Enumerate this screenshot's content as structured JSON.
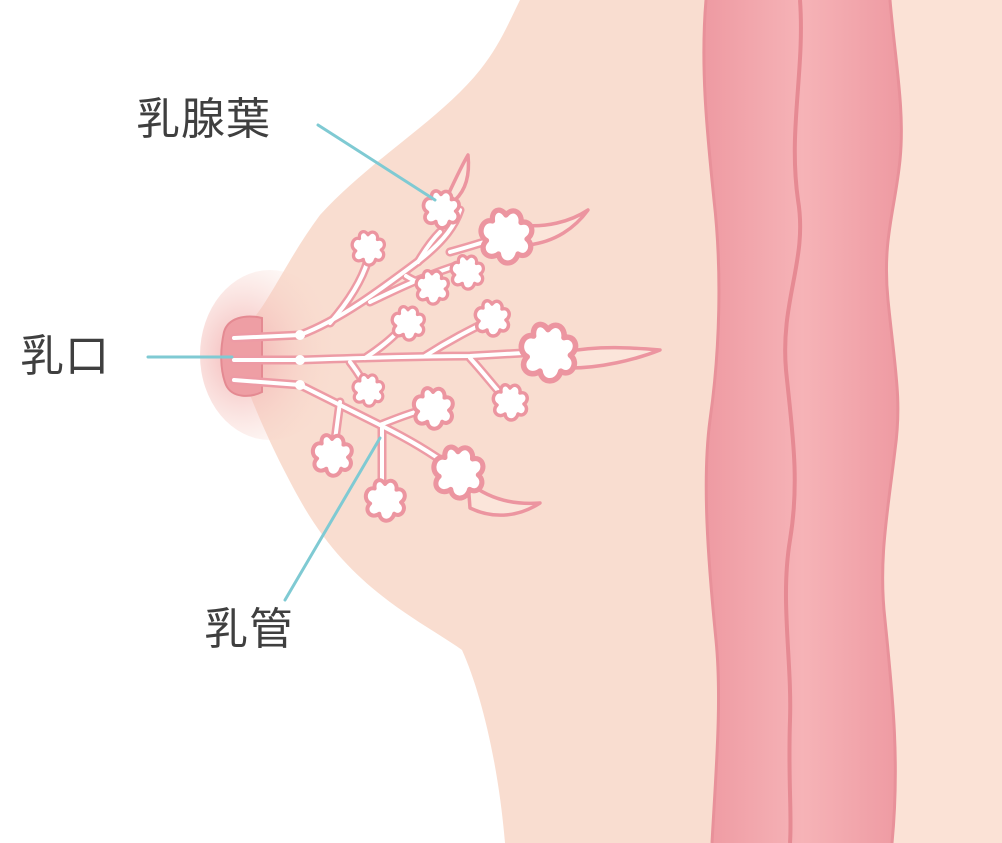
{
  "labels": {
    "lobule": "乳腺葉",
    "nipple": "乳口",
    "duct": "乳管"
  },
  "colors": {
    "skin": "#f9ddd0",
    "skin_edge": "#f4cfbe",
    "areola": "#f2b8b5",
    "nipple": "#ee9ea4",
    "muscle": "#f4a4aa",
    "muscle_dark": "#ea8d95",
    "duct_stroke": "#ed9ba5",
    "duct_fill": "#ffffff",
    "leader_line": "#7fcad3",
    "text": "#3f3f3f"
  }
}
